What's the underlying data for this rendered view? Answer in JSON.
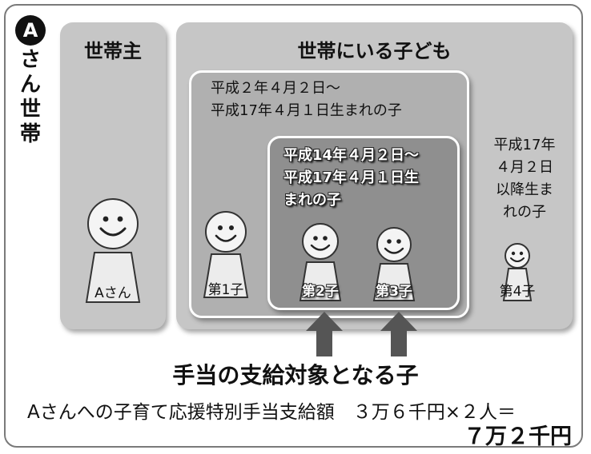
{
  "household": {
    "letter": "A",
    "title_chars": [
      "さ",
      "ん",
      "世",
      "帯"
    ]
  },
  "head_panel": {
    "title": "世帯主",
    "avatar_label": "Aさん"
  },
  "children_panel": {
    "title": "世帯にいる子ども"
  },
  "group_mid": {
    "lines": [
      "平成２年４月２日〜",
      "平成17年４月１日生まれの子"
    ],
    "child_label": "第1子"
  },
  "group_inner": {
    "lines": [
      "平成14年４月２日〜",
      "平成17年４月１日生",
      "まれの子"
    ],
    "child_labels": [
      "第2子",
      "第3子"
    ]
  },
  "group_outside": {
    "lines": [
      "平成17年",
      "４月２日",
      "以降生ま",
      "れの子"
    ],
    "child_label": "第4子"
  },
  "target_label": "手当の支給対象となる子",
  "calculation": "Aさんへの子育て応援特別手当支給額　３万６千円×２人＝",
  "result": "７万２千円"
}
